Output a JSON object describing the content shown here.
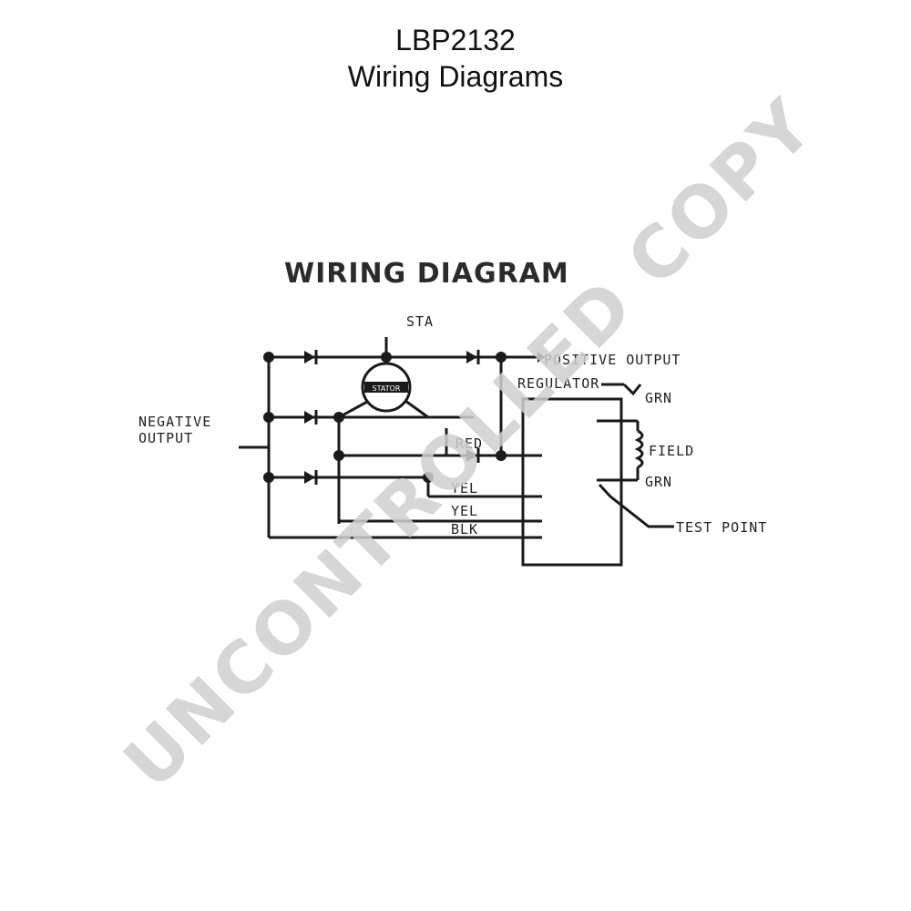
{
  "header": {
    "part_number": "LBP2132",
    "subtitle": "Wiring Diagrams"
  },
  "diagram": {
    "heading": "WIRING DIAGRAM",
    "labels": {
      "sta": "STA",
      "positive_output": "POSITIVE OUTPUT",
      "regulator": "REGULATOR",
      "negative_output_1": "NEGATIVE",
      "negative_output_2": "OUTPUT",
      "stator": "STATOR",
      "grn_top": "GRN",
      "field": "FIELD",
      "grn_bottom": "GRN",
      "red": "RED",
      "yel_1": "YEL",
      "yel_2": "YEL",
      "blk": "BLK",
      "test_point": "TEST POINT"
    }
  },
  "watermark": "UNCONTROLLED COPY"
}
